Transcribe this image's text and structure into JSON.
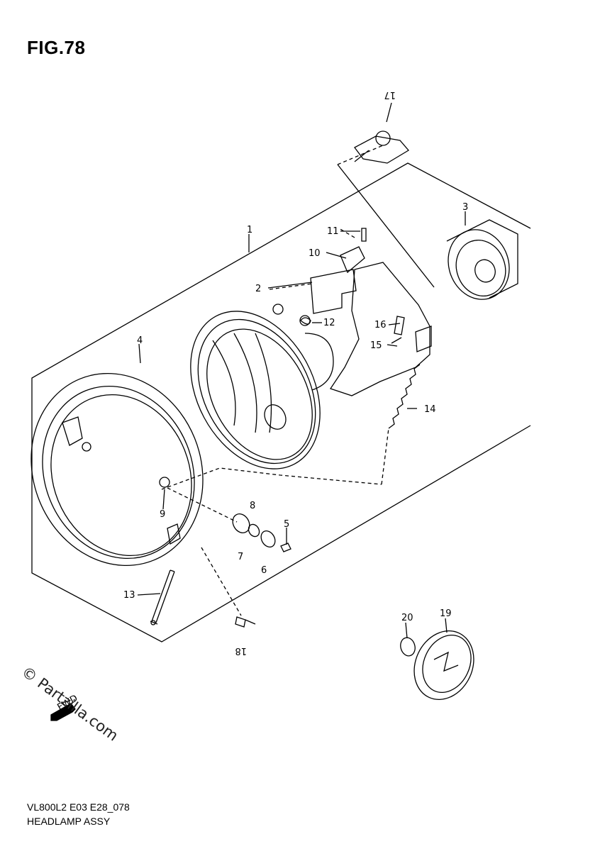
{
  "figure": {
    "title": "FIG.78",
    "code": "VL800L2 E03 E28_078",
    "name": "HEADLAMP ASSY"
  },
  "watermark": "© Partzilla.com",
  "direction_badge": "FWD",
  "callouts": [
    "1",
    "2",
    "3",
    "4",
    "5",
    "6",
    "7",
    "8",
    "9",
    "10",
    "11",
    "12",
    "13",
    "14",
    "15",
    "16",
    "17",
    "18",
    "19",
    "20"
  ],
  "colors": {
    "line": "#000000",
    "background": "#ffffff"
  }
}
